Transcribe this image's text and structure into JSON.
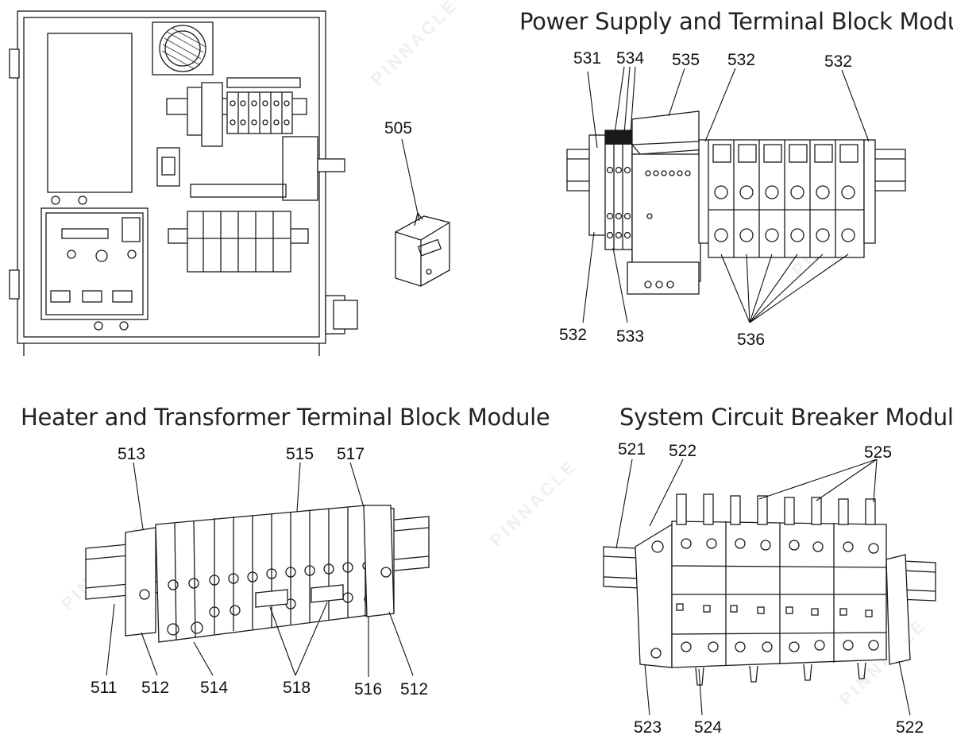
{
  "titles": {
    "power_supply": "Power Supply and Terminal Block Module",
    "heater_transformer": "Heater and Transformer Terminal Block Module",
    "circuit_breaker": "System Circuit Breaker Module"
  },
  "callouts": {
    "c505": "505",
    "c531": "531",
    "c534": "534",
    "c535": "535",
    "c532a": "532",
    "c532b": "532",
    "c532c": "532",
    "c533": "533",
    "c536": "536",
    "c513": "513",
    "c515": "515",
    "c517": "517",
    "c511": "511",
    "c512a": "512",
    "c514": "514",
    "c518": "518",
    "c516": "516",
    "c512b": "512",
    "c521": "521",
    "c522a": "522",
    "c525": "525",
    "c523": "523",
    "c524": "524",
    "c522b": "522"
  },
  "watermark": "PINNACLE"
}
